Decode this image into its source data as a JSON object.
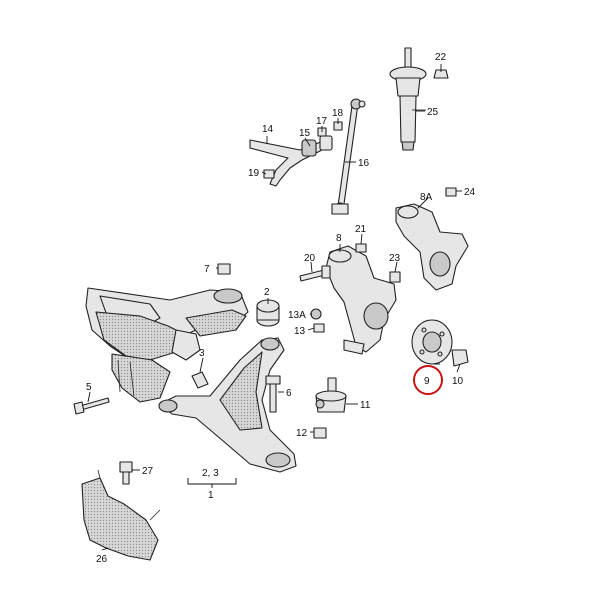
{
  "diagram": {
    "labels": [
      "22",
      "25",
      "14",
      "15",
      "17",
      "18",
      "16",
      "19",
      "8A",
      "24",
      "21",
      "8",
      "23",
      "20",
      "7",
      "2",
      "13A",
      "13",
      "3",
      "5",
      "6",
      "9",
      "10",
      "11",
      "12",
      "27",
      "2, 3",
      "1",
      "26"
    ],
    "highlight": {
      "label": "9",
      "color": "#cc1111"
    }
  }
}
